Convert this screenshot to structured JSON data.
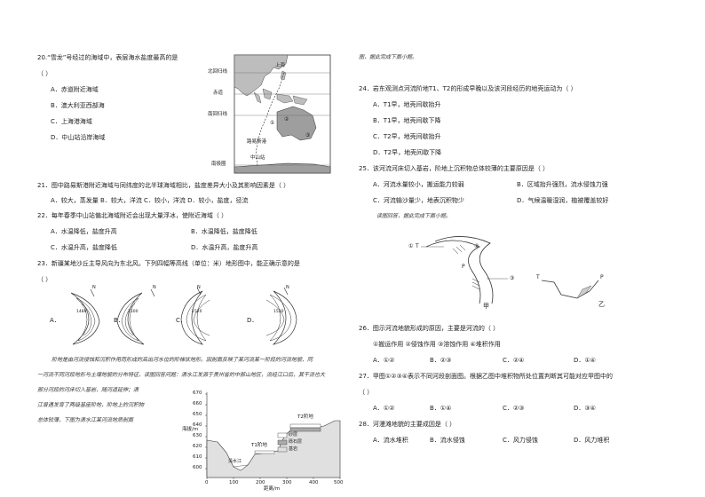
{
  "left": {
    "q20": "20.“雪龙”号经过的海域中，表层海水盐度最高的是",
    "paren": "（    ）",
    "q20_a": "A．赤道附近海域",
    "q20_b": "B．澳大利亚西部海",
    "q20_c": "C．上海港海域",
    "q20_d": "D．中山站沿岸海域",
    "q21": "21．图中路易斯港附近海域与同纬度的北半球海域相比，盐度差异大小及其影响因素是（    ）",
    "q21_opts": "A．较大，蒸发量    B．较大，洋流    C．较小，洋流    D．较小，盐度，径流",
    "q22": "22．每年春季中山站偏北海域附近会出现大量浮冰，使附近海域（    ）",
    "q22_a": "A．水温降低，盐度升高",
    "q22_b": "B．水温降低，盐度降低",
    "q22_c": "C．水温升高，盐度降低",
    "q22_d": "D．水温升高，盐度升高",
    "q23": "23．新疆某地沙丘主导风向为东北风。下列四幅等高线（单位：米）地形图中，能正确示意的是",
    "q23_paren": "（    ）",
    "dune_labels": [
      "A．",
      "B．",
      "C．",
      "D．"
    ],
    "dune_n": "N",
    "dune_contours": [
      "1480",
      "1500",
      "1520"
    ],
    "passage": [
      "阶地是由河流侵蚀和沉积作用而形成的高出河水位的阶梯状地形。因剖面反映了某河流某一阶段的河流地貌、同",
      "一河流不同河段地形与土壤地貌的分布特征，读图回答问题：清水江发源于贵州省的中部山地区，流经江口后，其干流也大",
      "部分河段的河床切入基岩，随河道延伸；清",
      "江曾遇发育了两级基座阶地，阶地上的沉积物",
      "总体较薄，下图为清水江某河流地质剖面",
      "图，据此完成下面小题。"
    ]
  },
  "map": {
    "lat_labels": [
      "北回归线",
      "赤道",
      "南回归线",
      "南极圈"
    ],
    "places": [
      "上海",
      "①",
      "②",
      "③",
      "路易斯港",
      "中山站"
    ]
  },
  "profile": {
    "ylabel": "海拔/m",
    "xlabel": "距离/m",
    "yticks": [
      "670",
      "660",
      "650",
      "640",
      "630",
      "620",
      "610",
      "600"
    ],
    "xticks": [
      "0",
      "100",
      "200",
      "300",
      "400",
      "500"
    ],
    "t1": "T1阶地",
    "t2": "T2阶地",
    "river": "清水江",
    "legend": [
      "砂层",
      "砾石层",
      "基岩"
    ]
  },
  "right": {
    "cont": "图，据此完成下面小题。",
    "q24": "24．岩东观测点河流阶地T1、T2的形成早晚以及该河段经历的地壳运动为（    ）",
    "q24_a": "A．T1早，地壳间歇抬升",
    "q24_b": "B．T1早，地壳间歇下降",
    "q24_c": "C．T2早，地壳间歇抬升",
    "q24_d": "D．T2早，地壳间歇下降",
    "q25": "25．该河流河床切入基岩，阶地上沉积物总体较薄的主要原因是（    ）",
    "q25_a": "A．河流水量较小，搬运能力较弱",
    "q25_b": "B．区域抬升强烈，流水侵蚀力强",
    "q25_c": "C．河流输沙量少，地表沉积物少",
    "q25_d": "D．气候温暖湿润，植被覆盖较好",
    "read": "读图回答，据此完成下面小题。",
    "fig_jia": "甲",
    "fig_yi": "乙",
    "fig_marks": [
      "T",
      "P",
      "①",
      "②",
      "③",
      "④"
    ],
    "q26": "26．图示河流地貌形成的原因，主要是河流的（    ）",
    "q26_opts": "①搬运作用    ②侵蚀作用    ③溶蚀作用    ④堆积作用",
    "q26_a": "A．①②",
    "q26_b": "B．②③",
    "q26_c": "C．②④",
    "q26_d": "D．①④",
    "q27": "27．甲图①②③④表示不同河段剖面图。根据乙图中堆积物所处位置判断其可能对应甲图中的",
    "q27_paren": "（    ）",
    "q27_a": "A．①②",
    "q27_b": "B．①④",
    "q27_c": "C．②③",
    "q27_d": "D．③④",
    "q28": "28．河漫滩地貌的主要成因是（    ）",
    "q28_a": "A．流水堆积",
    "q28_b": "B．流水侵蚀",
    "q28_c": "C．风力侵蚀",
    "q28_d": "D．风力堆积"
  }
}
